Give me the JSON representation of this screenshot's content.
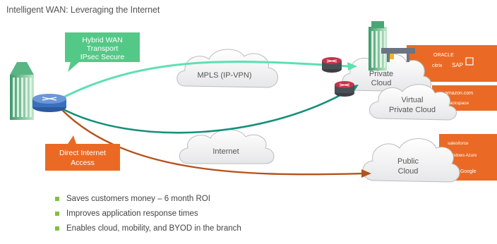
{
  "title": "Intelligent WAN: Leveraging the Internet",
  "callouts": {
    "hybrid": [
      "Hybrid WAN",
      "Transport",
      "IPsec Secure"
    ],
    "direct": [
      "Direct Internet",
      "Access"
    ]
  },
  "clouds": {
    "mpls": "MPLS (IP-VPN)",
    "internet": "Internet",
    "private": [
      "Private",
      "Cloud"
    ],
    "virtual_private": [
      "Virtual",
      "Private Cloud"
    ],
    "public": [
      "Public",
      "Cloud"
    ]
  },
  "vendor_logos": {
    "private": [
      "ORACLE",
      "SAP",
      "citrix"
    ],
    "virtual_private": [
      "amazon.com",
      "Rackspace"
    ],
    "public": [
      "salesforce",
      "Windows Azure",
      "Google"
    ]
  },
  "bullets": [
    "Saves customers money – 6 month ROI",
    "Improves application response times",
    "Enables cloud, mobility, and BYOD in the branch"
  ],
  "colors": {
    "hybrid_line": "#5de0b2",
    "internet_line": "#15907a",
    "direct_line": "#b5521c",
    "orange": "#ea6a25",
    "callout_green": "#54c987",
    "bullet": "#7cc242",
    "router": "#3a6fc0"
  }
}
